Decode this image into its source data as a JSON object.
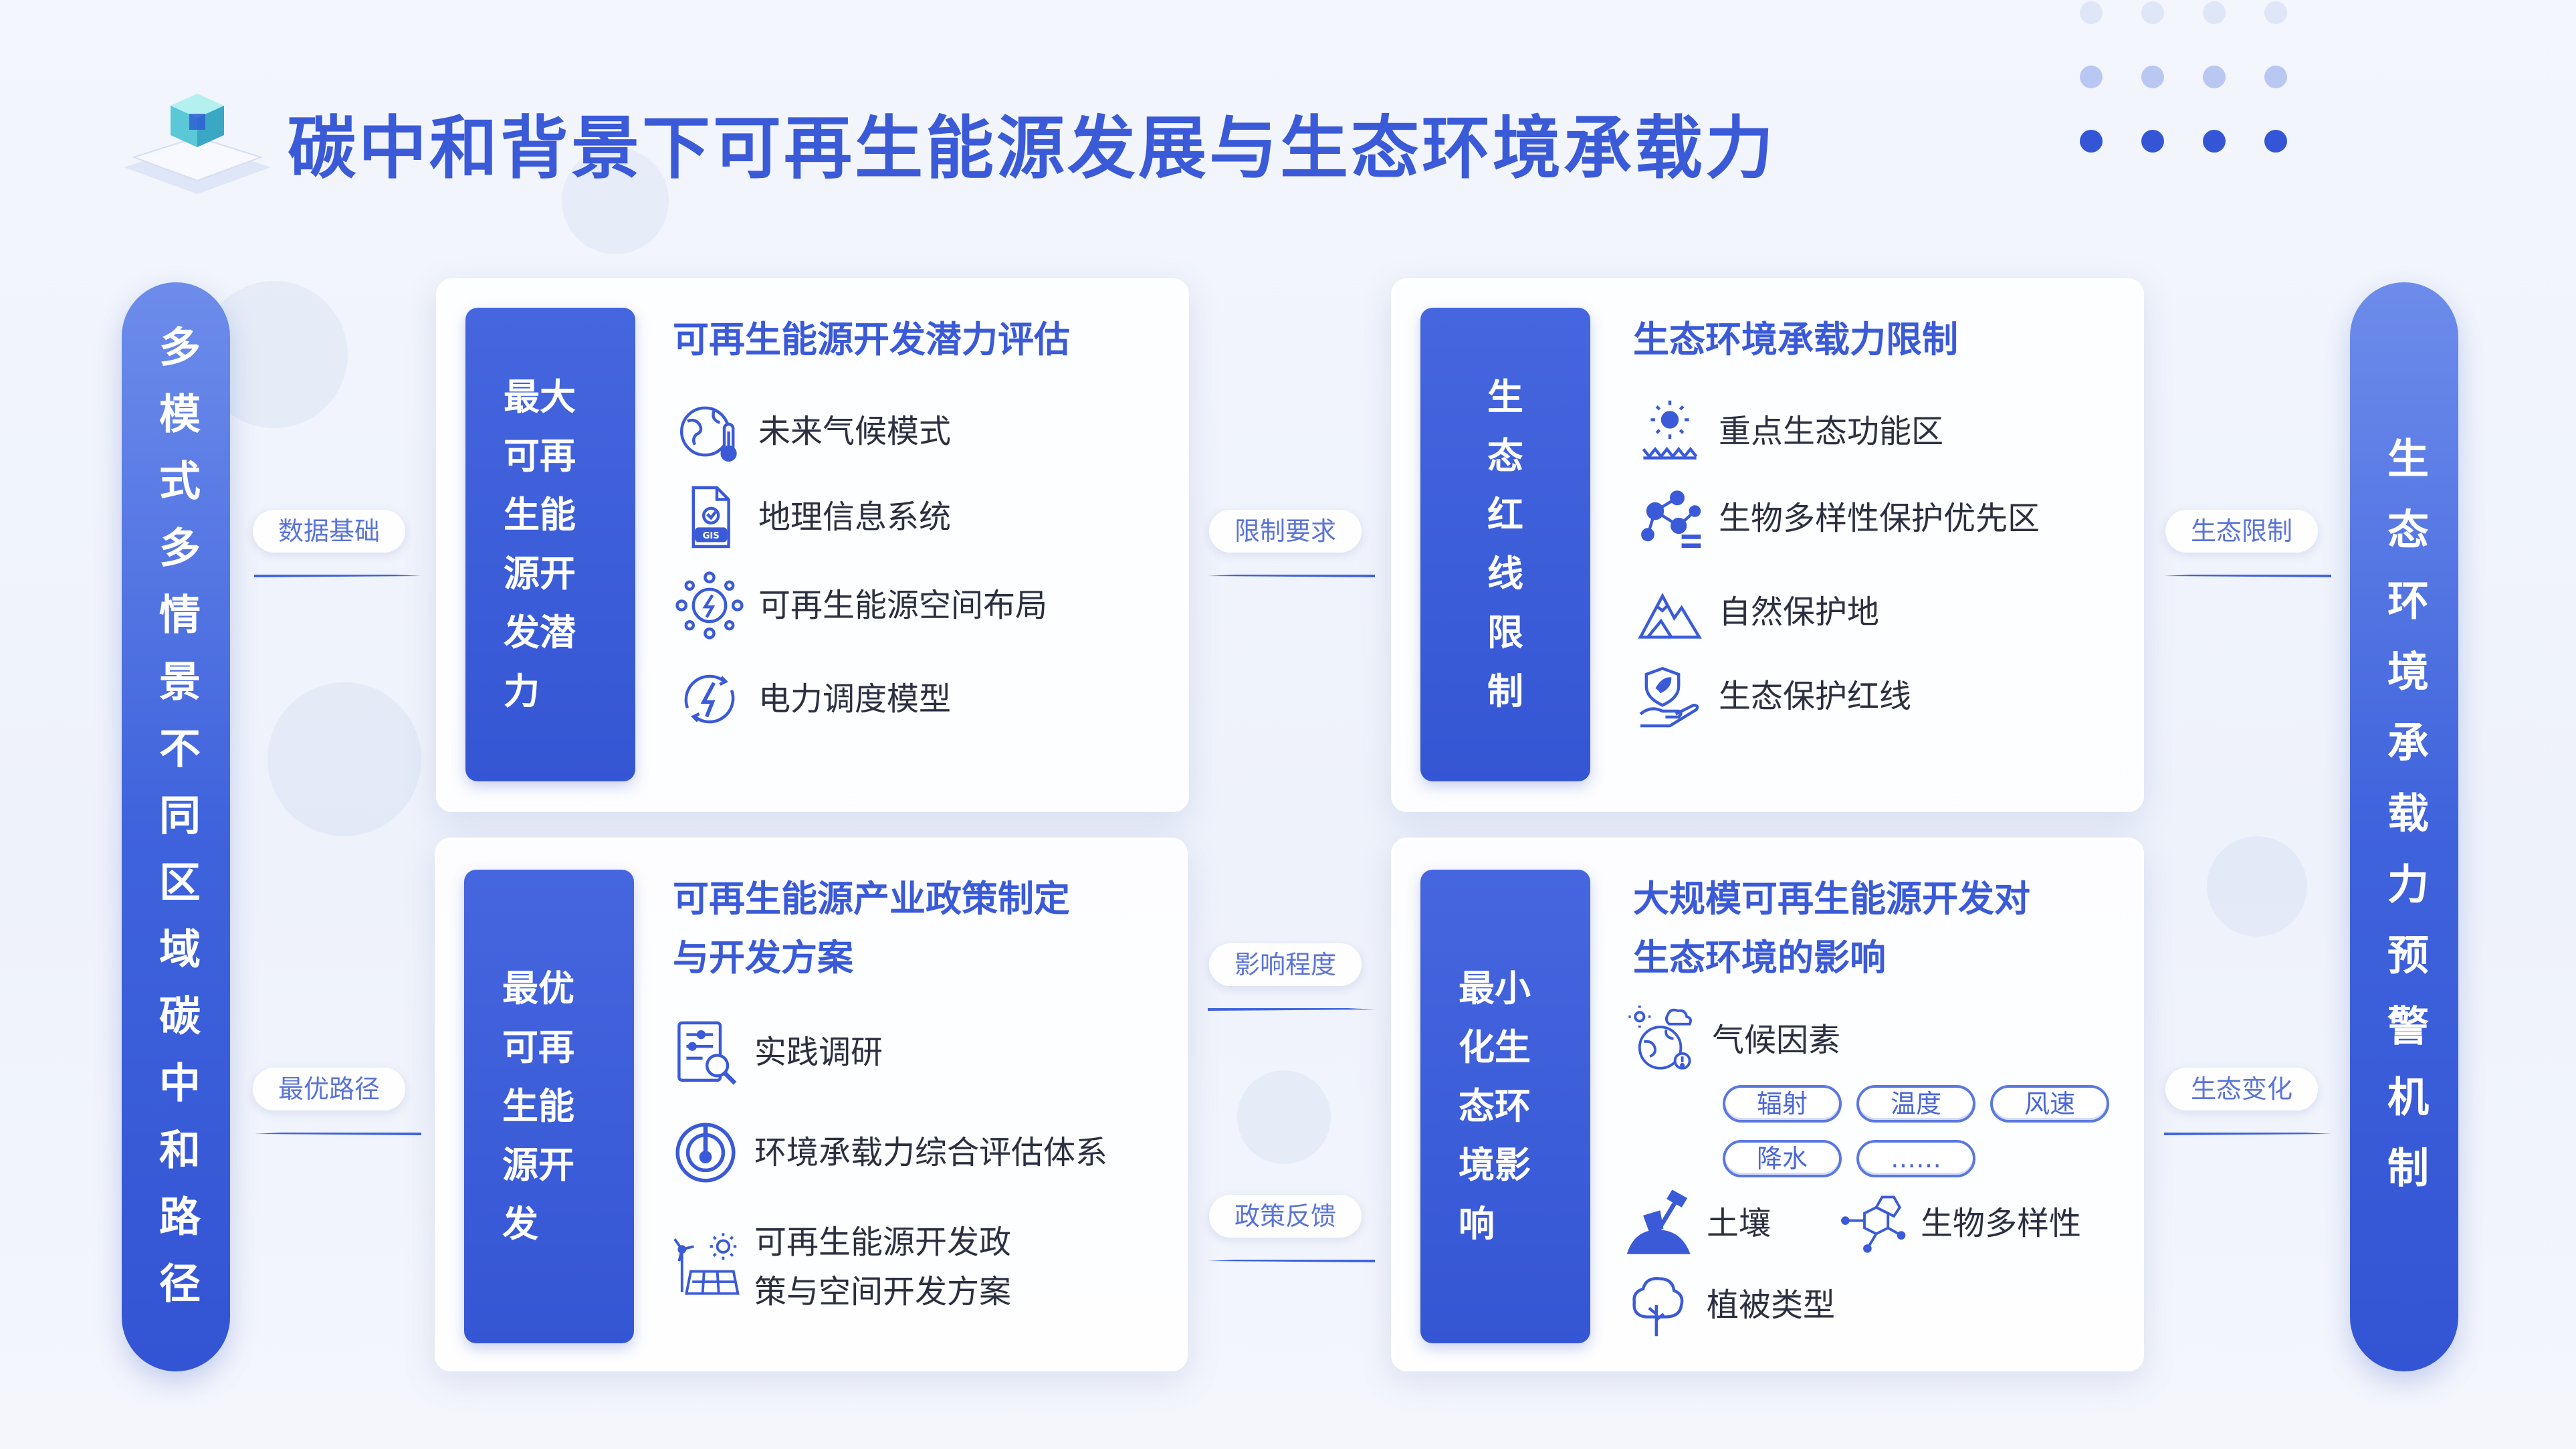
{
  "title": "碳中和背景下可再生能源发展与生态环境承载力",
  "colors": {
    "primary": "#3a5ad8",
    "tab": "#3556d4",
    "text": "#2b2f40",
    "dot_light": "#b9c8f2",
    "dot_dark": "#3456d6"
  },
  "left_pillar": "多模式多情景不同区域碳中和路径",
  "right_pillar": "生态环境承载力预警机制",
  "cards": {
    "top_left": {
      "tab_lines": [
        "最大",
        "可再",
        "生能",
        "源开",
        "发潜",
        "力"
      ],
      "title_lines": [
        "可再生能源开发潜力评估"
      ],
      "items": [
        {
          "icon": "globe-thermometer-icon",
          "lines": [
            "未来气候模式"
          ]
        },
        {
          "icon": "gis-file-icon",
          "lines": [
            "地理信息系统"
          ]
        },
        {
          "icon": "energy-layout-icon",
          "lines": [
            "可再生能源空间布局"
          ]
        },
        {
          "icon": "lightning-icon",
          "lines": [
            "电力调度模型"
          ]
        }
      ]
    },
    "top_right": {
      "tab_lines": [
        "生",
        "态",
        "红",
        "线",
        "限",
        "制"
      ],
      "title_lines": [
        "生态环境承载力限制"
      ],
      "items": [
        {
          "icon": "eco-function-zone-icon",
          "lines": [
            "重点生态功能区"
          ]
        },
        {
          "icon": "biodiversity-network-icon",
          "lines": [
            "生物多样性保护优先区"
          ]
        },
        {
          "icon": "mountain-icon",
          "lines": [
            "自然保护地"
          ]
        },
        {
          "icon": "hand-leaf-shield-icon",
          "lines": [
            "生态保护红线"
          ]
        }
      ]
    },
    "bottom_left": {
      "tab_lines": [
        "最优",
        "可再",
        "生能",
        "源开",
        "发"
      ],
      "title_lines": [
        "可再生能源产业政策制定",
        "与开发方案"
      ],
      "items": [
        {
          "icon": "survey-document-icon",
          "lines": [
            "实践调研"
          ]
        },
        {
          "icon": "gauge-icon",
          "lines": [
            "环境承载力综合评估体系"
          ]
        },
        {
          "icon": "solar-wind-icon",
          "lines": [
            "可再生能源开发政",
            "策与空间开发方案"
          ]
        }
      ]
    },
    "bottom_right": {
      "tab_lines": [
        "最小",
        "化生",
        "态环",
        "境影",
        "响"
      ],
      "title_lines": [
        "大规模可再生能源开发对",
        "生态环境的影响"
      ],
      "climate": {
        "icon": "climate-globe-icon",
        "label": "气候因素"
      },
      "tags": [
        "辐射",
        "温度",
        "风速",
        "降水",
        "……"
      ],
      "soil": {
        "icon": "shovel-icon",
        "label": "土壤"
      },
      "bio": {
        "icon": "molecule-icon",
        "label": "生物多样性"
      },
      "veg": {
        "icon": "tree-icon",
        "label": "植被类型"
      }
    }
  },
  "connectors": {
    "data_basis": "数据基础",
    "optimal_path": "最优路径",
    "limit_requirement": "限制要求",
    "impact_degree": "影响程度",
    "policy_feedback": "政策反馈",
    "eco_limit": "生态限制",
    "eco_change": "生态变化"
  }
}
